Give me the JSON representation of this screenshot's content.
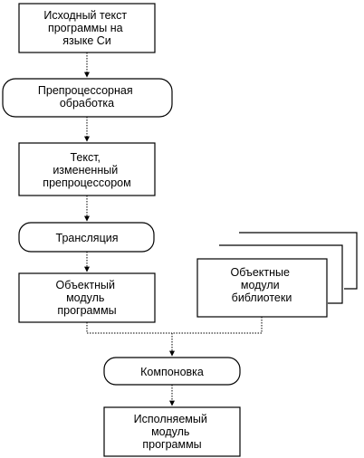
{
  "nodes": {
    "source": {
      "lines": [
        "Исходный текст",
        "программы на",
        "языке Си"
      ]
    },
    "preprocess": {
      "lines": [
        "Препроцессорная",
        "обработка"
      ]
    },
    "modified": {
      "lines": [
        "Текст,",
        "измененный",
        "препроцессором"
      ]
    },
    "translation": {
      "lines": [
        "Трансляция"
      ]
    },
    "object_module": {
      "lines": [
        "Объектный",
        "модуль",
        "программы"
      ]
    },
    "library_modules": {
      "lines": [
        "Объектные",
        "модули",
        "библиотеки"
      ]
    },
    "linking": {
      "lines": [
        "Компоновка"
      ]
    },
    "executable": {
      "lines": [
        "Исполняемый",
        "модуль",
        "программы"
      ]
    }
  }
}
